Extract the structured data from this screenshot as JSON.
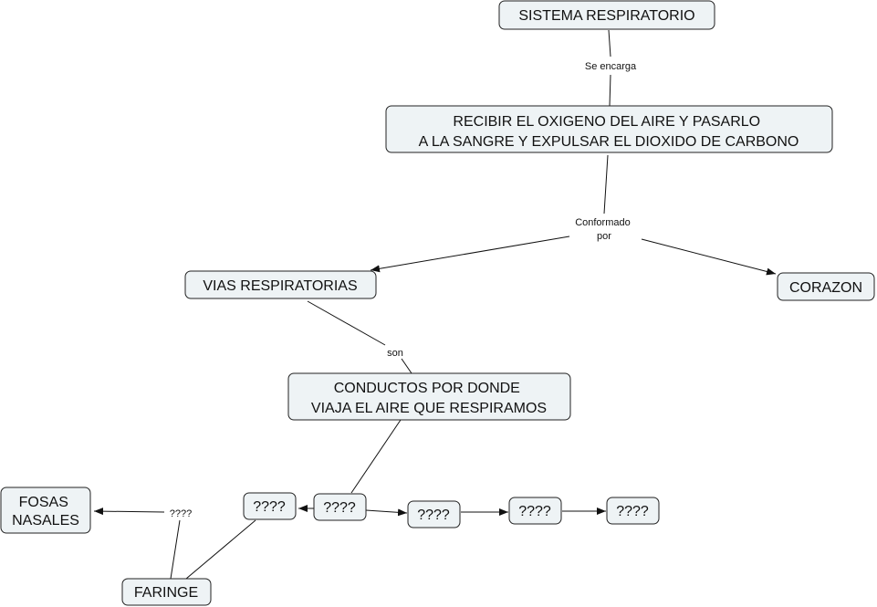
{
  "concept_map": {
    "nodes": {
      "sistema": {
        "lines": [
          "SISTEMA RESPIRATORIO"
        ]
      },
      "recibir": {
        "lines": [
          "RECIBIR EL OXIGENO DEL AIRE Y PASARLO",
          "A LA SANGRE Y EXPULSAR EL DIOXIDO DE CARBONO"
        ]
      },
      "vias": {
        "lines": [
          "VIAS RESPIRATORIAS"
        ]
      },
      "corazon": {
        "lines": [
          "CORAZON"
        ]
      },
      "conductos": {
        "lines": [
          "CONDUCTOS POR DONDE",
          "VIAJA EL AIRE QUE RESPIRAMOS"
        ]
      },
      "q_center": {
        "lines": [
          "????"
        ]
      },
      "q_left": {
        "lines": [
          "????"
        ]
      },
      "q_right1": {
        "lines": [
          "????"
        ]
      },
      "q_right2": {
        "lines": [
          "????"
        ]
      },
      "q_right3": {
        "lines": [
          "????"
        ]
      },
      "fosas": {
        "lines": [
          "FOSAS",
          "NASALES"
        ]
      },
      "faringe": {
        "lines": [
          "FARINGE"
        ]
      }
    },
    "links": {
      "se_encarga": {
        "lines": [
          "Se encarga"
        ]
      },
      "conformado": {
        "lines": [
          "Conformado",
          "por"
        ]
      },
      "son": {
        "lines": [
          "son"
        ]
      },
      "q_link": {
        "lines": [
          "????"
        ]
      }
    }
  }
}
